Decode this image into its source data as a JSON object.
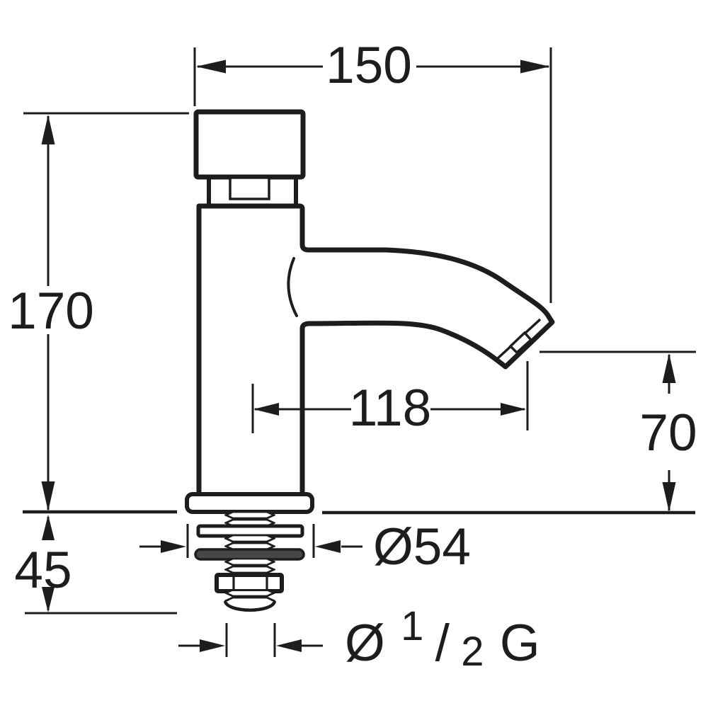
{
  "drawing": {
    "colors": {
      "line": "#1d1d1b",
      "background": "#ffffff",
      "gasket_fill": "#474747"
    },
    "labels": {
      "overall_width": "150",
      "overall_height": "170",
      "spout_reach": "118",
      "outlet_height": "70",
      "shank_length": "45",
      "base_diameter": "Ø54",
      "thread_symbol": "Ø",
      "thread_numerator": "1",
      "thread_slash": "/",
      "thread_denominator": "2",
      "thread_suffix": "G"
    }
  }
}
